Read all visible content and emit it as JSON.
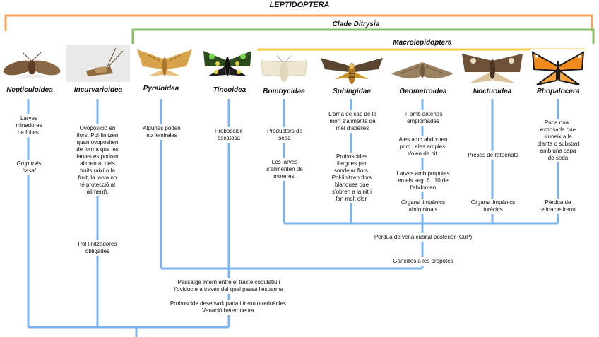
{
  "titles": {
    "lepidoptera": "LEPTIDOPTERA",
    "ditrysia": "Clade Ditrysia",
    "macrolepidoptera": "Macrolepidoptera"
  },
  "colors": {
    "lepidoptera_bracket": "#f3a65a",
    "ditrysia_bracket": "#86bf62",
    "macro_bracket": "#f7c843",
    "tree_lines": "#79b3f0"
  },
  "taxa": [
    {
      "name": "Nepticuloidea",
      "image": "brown-moth-icon"
    },
    {
      "name": "Incurvarioidea",
      "image": "small-moth-photo-icon"
    },
    {
      "name": "Pyraloidea",
      "image": "yellow-moth-icon"
    },
    {
      "name": "Tineoidea",
      "image": "green-black-moth-icon"
    },
    {
      "name": "Bombycidae",
      "image": "white-silkmoth-icon"
    },
    {
      "name": "Sphingidae",
      "image": "hawkmoth-icon"
    },
    {
      "name": "Geometroidea",
      "image": "geometrid-moth-icon"
    },
    {
      "name": "Noctuoidea",
      "image": "noctuid-moth-icon"
    },
    {
      "name": "Rhopalocera",
      "image": "orange-butterfly-icon"
    }
  ],
  "characters": {
    "nepticuloidea_1": "Larves\nminadores\nde fulles.",
    "nepticuloidea_2": "Grup més\nbasal",
    "incurvarioidea_1": "Ovoposició en\nflors. Pol·linitzen\nquan ovopositen\nde forma que les\nlarves es podran\nalimentar dels\nfruits (així o la\nfruit, la larva no\nté protecció al\naliment).",
    "incurvarioidea_2": "Pol·linitzadores\nobligades",
    "pyraloidea_1": "Algunes poden\nno femirales",
    "tineoidea_1": "Proboscide\nescatosa",
    "bombycidae_1": "Productors de\nseda",
    "bombycidae_2": "Les larves\ns'alimenten de\nmoreres.",
    "sphingidae_1": "L'arna de cap de la\nmort s'alimenta de\nmel d'abelles",
    "sphingidae_2": "Proboscides\nllargues per\nsondejar flors.\nPol·linitzen flors\nblanques que\ns'obren a la nit i\nfan molt olor.",
    "geometroidea_1": "♀ amb antenes\nemplomades",
    "geometroidea_2": "Ales amb abdomen\nprim i ales amples.\nVolen de nit.",
    "geometroidea_3": "Larves amb propotes\nen els seg. 6 i 10 de\nl'abdomen",
    "geometroidea_4": "Òrgans timpànics\nabdominals",
    "noctuoidea_1": "Preses de ratpenats",
    "noctuoidea_2": "Òrgans timpànics\ntoràcics",
    "rhopalocera_1": "Pupa nua i\nexposada que\ns'uneix a la\nplanta o substrat\namb una capa\nde seda",
    "rhopalocera_2": "Pèrdua de\nretinacle-frenul"
  },
  "nodes": {
    "macro_node": "Pèrdua de vena cubital posterior (CuP)",
    "propotes_node": "Ganxillos a les propotes",
    "ditrysia_node_1": "Passatge intern entre el tracte copulatiu i\nl'oviducte a través del qual passa l'esperma",
    "ditrysia_node_2": "Proboscide desenvolupada i frenulo-retinàcles.\nVenació heteroneura."
  }
}
